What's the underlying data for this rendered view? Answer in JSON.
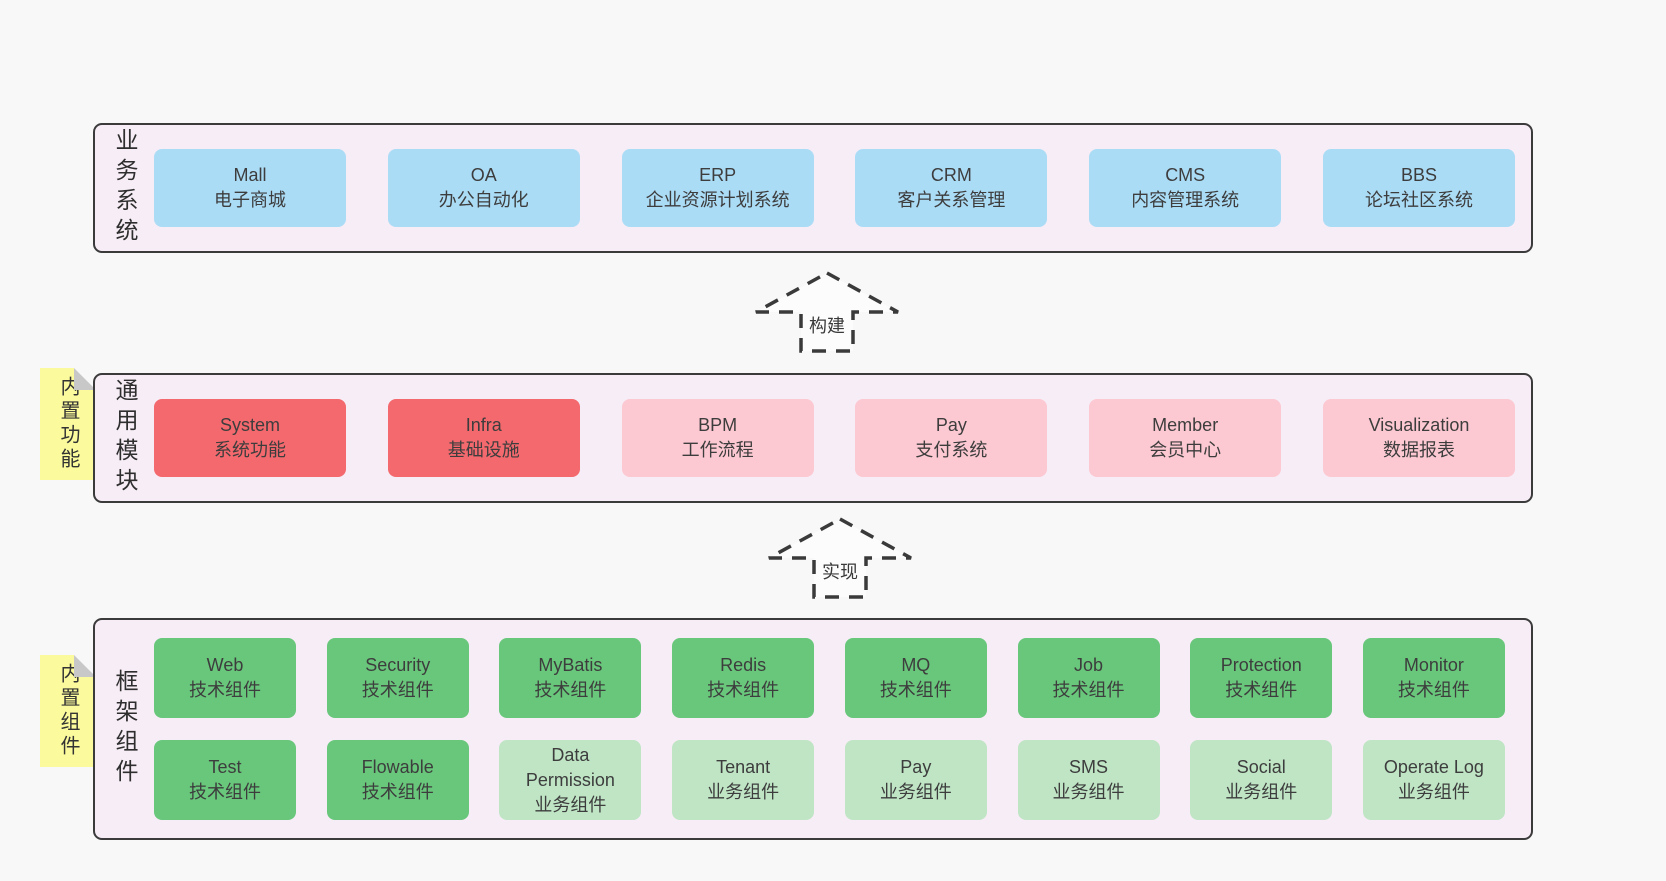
{
  "colors": {
    "page_bg": "#f8f8f8",
    "layer_bg": "#f7edf6",
    "layer_border": "#3b3b3b",
    "box_blue": "#abdcf6",
    "box_red": "#f3696e",
    "box_pink": "#fcc9d2",
    "box_green": "#69c77c",
    "box_light_green": "#bfe5c5",
    "note_yellow": "#fbfb9e",
    "text": "#3d3d3d"
  },
  "layers": [
    {
      "label": "业务系统",
      "boxes": [
        {
          "name": "Mall",
          "desc": "电子商城"
        },
        {
          "name": "OA",
          "desc": "办公自动化"
        },
        {
          "name": "ERP",
          "desc": "企业资源计划系统"
        },
        {
          "name": "CRM",
          "desc": "客户关系管理"
        },
        {
          "name": "CMS",
          "desc": "内容管理系统"
        },
        {
          "name": "BBS",
          "desc": "论坛社区系统"
        }
      ]
    },
    {
      "label": "通用模块",
      "sticky": "内置功能",
      "boxes": [
        {
          "name": "System",
          "desc": "系统功能"
        },
        {
          "name": "Infra",
          "desc": "基础设施"
        },
        {
          "name": "BPM",
          "desc": "工作流程"
        },
        {
          "name": "Pay",
          "desc": "支付系统"
        },
        {
          "name": "Member",
          "desc": "会员中心"
        },
        {
          "name": "Visualization",
          "desc": "数据报表"
        }
      ]
    },
    {
      "label": "框架组件",
      "sticky": "内置组件",
      "rows": [
        [
          {
            "name": "Web",
            "desc": "技术组件"
          },
          {
            "name": "Security",
            "desc": "技术组件"
          },
          {
            "name": "MyBatis",
            "desc": "技术组件"
          },
          {
            "name": "Redis",
            "desc": "技术组件"
          },
          {
            "name": "MQ",
            "desc": "技术组件"
          },
          {
            "name": "Job",
            "desc": "技术组件"
          },
          {
            "name": "Protection",
            "desc": "技术组件"
          },
          {
            "name": "Monitor",
            "desc": "技术组件"
          }
        ],
        [
          {
            "name": "Test",
            "desc": "技术组件"
          },
          {
            "name": "Flowable",
            "desc": "技术组件"
          },
          {
            "name": "Data Permission",
            "desc": "业务组件"
          },
          {
            "name": "Tenant",
            "desc": "业务组件"
          },
          {
            "name": "Pay",
            "desc": "业务组件"
          },
          {
            "name": "SMS",
            "desc": "业务组件"
          },
          {
            "name": "Social",
            "desc": "业务组件"
          },
          {
            "name": "Operate Log",
            "desc": "业务组件"
          }
        ]
      ]
    }
  ],
  "arrows": [
    {
      "label": "构建"
    },
    {
      "label": "实现"
    }
  ]
}
